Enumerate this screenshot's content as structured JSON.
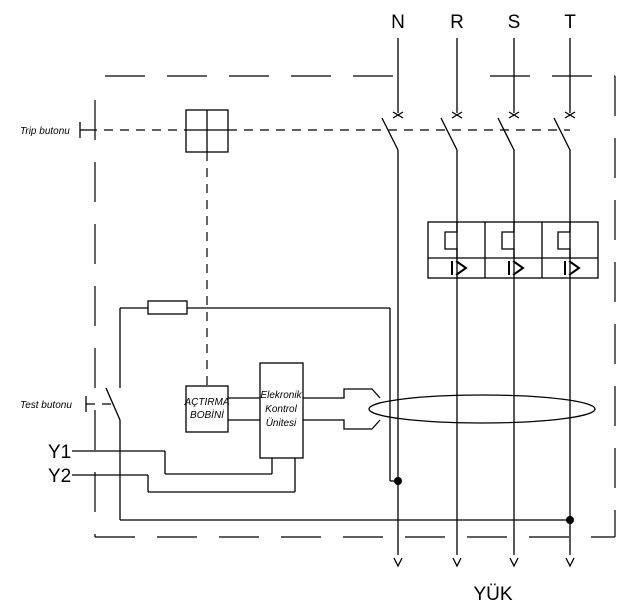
{
  "terminals": {
    "n": "N",
    "r": "R",
    "s": "S",
    "t": "T"
  },
  "labels": {
    "trip_button": "Trip butonu",
    "test_button": "Test butonu",
    "y1": "Y1",
    "y2": "Y2",
    "load": "YÜK",
    "coil_line1": "AÇTIRMA",
    "coil_line2": "BOBİNİ",
    "electronic_line1": "Elekronik",
    "electronic_line2": "Kontrol",
    "electronic_line3": "Ünitesi"
  }
}
